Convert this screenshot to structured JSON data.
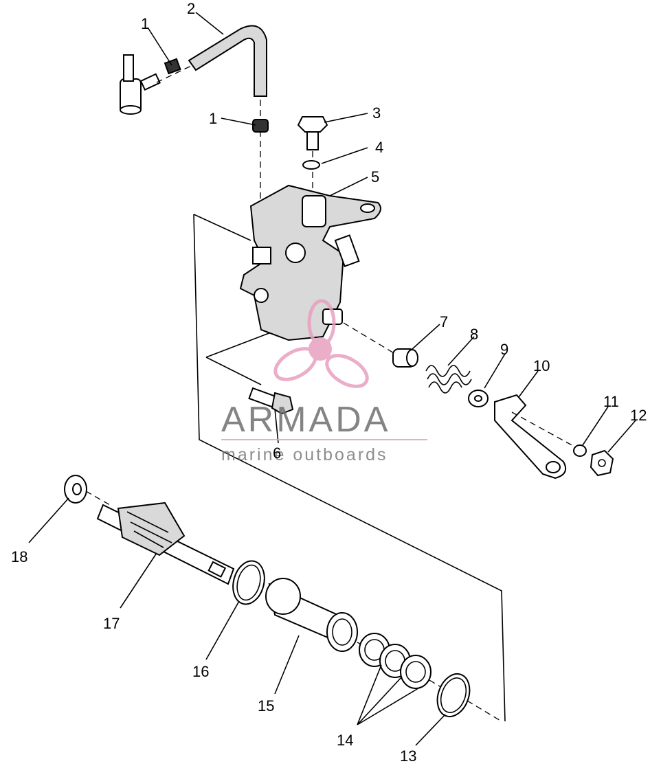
{
  "callouts": {
    "c1a": "1",
    "c2": "2",
    "c1b": "1",
    "c3": "3",
    "c4": "4",
    "c5": "5",
    "c6": "6",
    "c7": "7",
    "c8": "8",
    "c9": "9",
    "c10": "10",
    "c11": "11",
    "c12": "12",
    "c13": "13",
    "c14": "14",
    "c15": "15",
    "c16": "16",
    "c17": "17",
    "c18": "18"
  },
  "watermark": {
    "brand": "ARMADA",
    "tagline": "marine outboards",
    "accent_color": "#e8a0c0",
    "logo_icon": "propeller-icon"
  },
  "colors": {
    "line": "#000000",
    "background": "#ffffff"
  }
}
